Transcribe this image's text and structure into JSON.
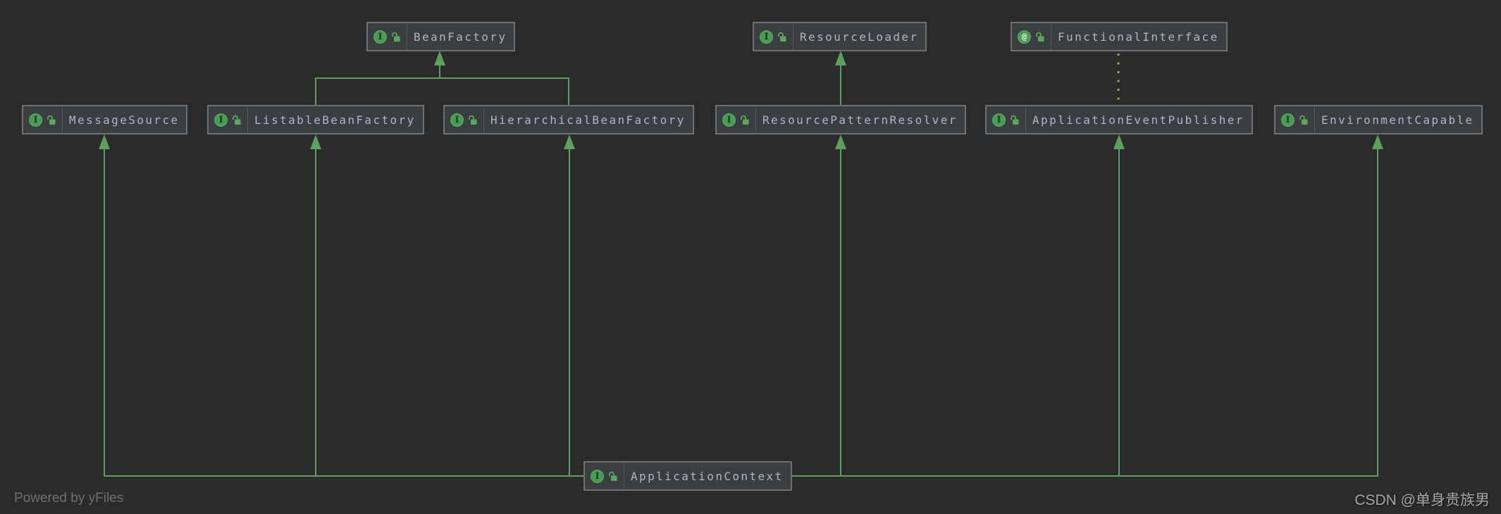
{
  "diagram": {
    "nodes": [
      {
        "id": "bean-factory",
        "label": "BeanFactory",
        "icon": "interface",
        "icon_glyph": "I"
      },
      {
        "id": "resource-loader",
        "label": "ResourceLoader",
        "icon": "interface",
        "icon_glyph": "I"
      },
      {
        "id": "functional-interface",
        "label": "FunctionalInterface",
        "icon": "annotation",
        "icon_glyph": "@"
      },
      {
        "id": "message-source",
        "label": "MessageSource",
        "icon": "interface",
        "icon_glyph": "I"
      },
      {
        "id": "listable-bean-factory",
        "label": "ListableBeanFactory",
        "icon": "interface",
        "icon_glyph": "I"
      },
      {
        "id": "hierarchical-bean-factory",
        "label": "HierarchicalBeanFactory",
        "icon": "interface",
        "icon_glyph": "I"
      },
      {
        "id": "resource-pattern-resolver",
        "label": "ResourcePatternResolver",
        "icon": "interface",
        "icon_glyph": "I"
      },
      {
        "id": "application-event-publisher",
        "label": "ApplicationEventPublisher",
        "icon": "interface",
        "icon_glyph": "I"
      },
      {
        "id": "environment-capable",
        "label": "EnvironmentCapable",
        "icon": "interface",
        "icon_glyph": "I"
      },
      {
        "id": "application-context",
        "label": "ApplicationContext",
        "icon": "interface",
        "icon_glyph": "I"
      }
    ],
    "edges": [
      {
        "from": "ListableBeanFactory",
        "to": "BeanFactory",
        "type": "extends"
      },
      {
        "from": "HierarchicalBeanFactory",
        "to": "BeanFactory",
        "type": "extends"
      },
      {
        "from": "ResourcePatternResolver",
        "to": "ResourceLoader",
        "type": "extends"
      },
      {
        "from": "FunctionalInterface",
        "to": "ApplicationEventPublisher",
        "type": "annotation"
      },
      {
        "from": "ApplicationContext",
        "to": "MessageSource",
        "type": "extends"
      },
      {
        "from": "ApplicationContext",
        "to": "ListableBeanFactory",
        "type": "extends"
      },
      {
        "from": "ApplicationContext",
        "to": "HierarchicalBeanFactory",
        "type": "extends"
      },
      {
        "from": "ApplicationContext",
        "to": "ResourcePatternResolver",
        "type": "extends"
      },
      {
        "from": "ApplicationContext",
        "to": "ApplicationEventPublisher",
        "type": "extends"
      },
      {
        "from": "ApplicationContext",
        "to": "EnvironmentCapable",
        "type": "extends"
      }
    ],
    "colors": {
      "background": "#2b2b2b",
      "node_background": "#3b3e40",
      "node_border": "#6e7173",
      "node_text": "#a9b7c6",
      "edge_green": "#5c9e5e",
      "annotation_dotted": "#aba72e",
      "icon_green": "#499c54"
    }
  },
  "footer": {
    "powered_by": "Powered by yFiles"
  },
  "watermark": {
    "text": "CSDN @单身贵族男"
  }
}
